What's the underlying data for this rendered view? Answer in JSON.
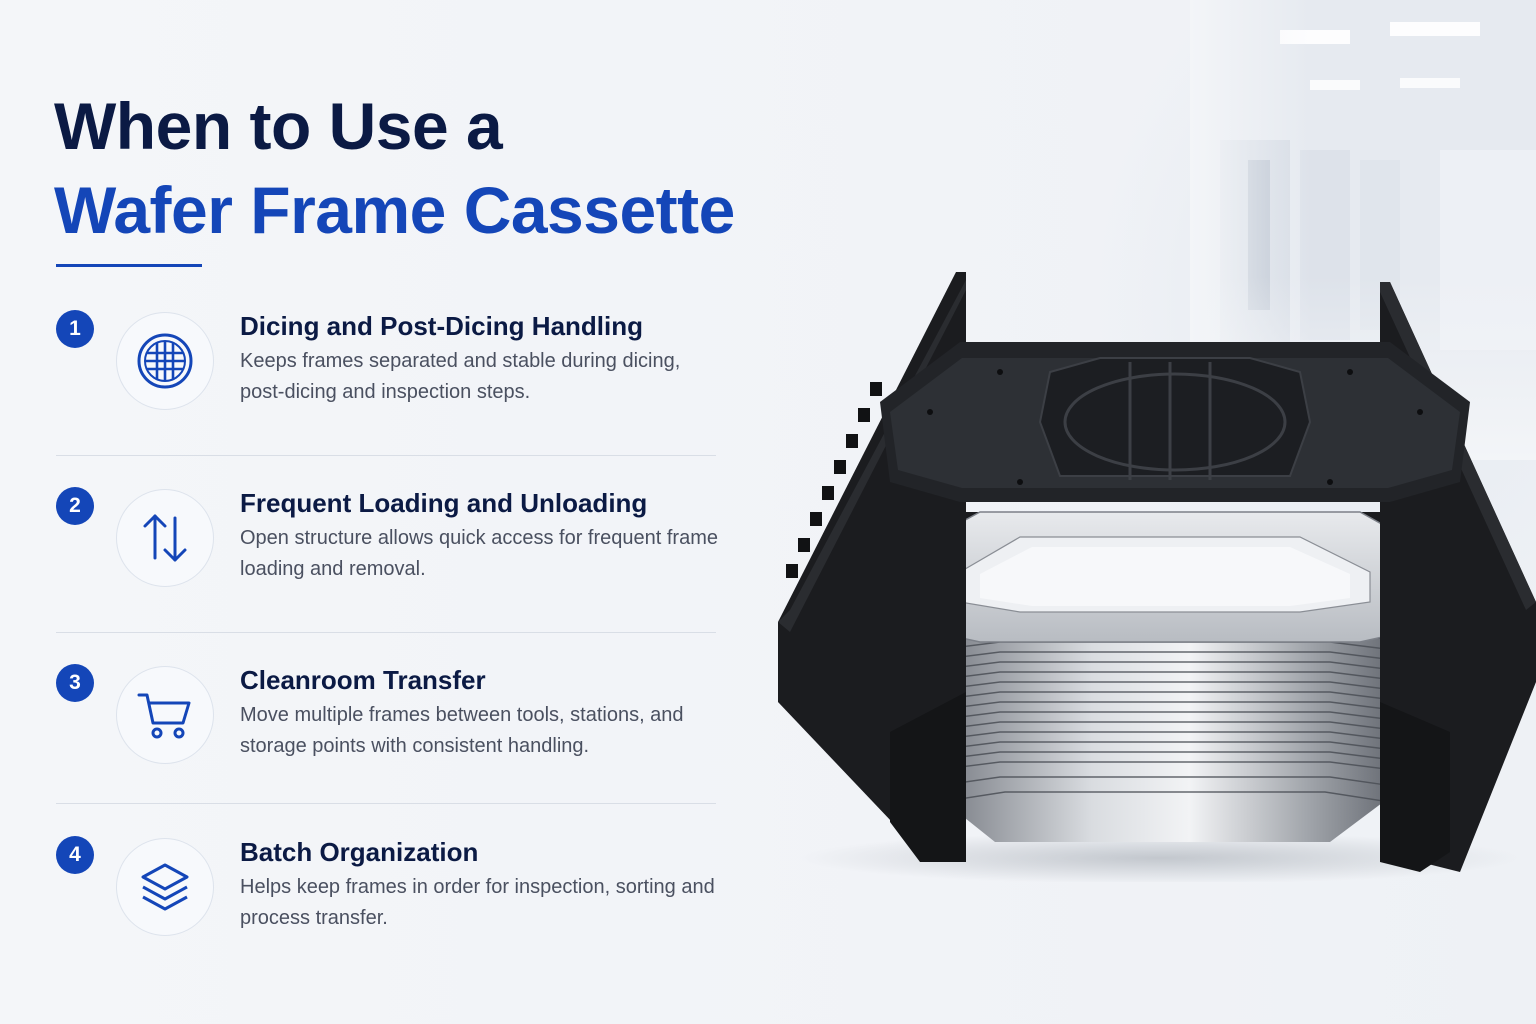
{
  "header": {
    "title_line1": "When to Use a",
    "title_line2": "Wafer Frame Cassette"
  },
  "items": [
    {
      "number": "1",
      "icon": "diced-wafer-grid-icon",
      "title": "Dicing and Post-Dicing Handling",
      "description": "Keeps frames separated and stable during dicing, post-dicing and inspection steps."
    },
    {
      "number": "2",
      "icon": "up-down-arrows-icon",
      "title": "Frequent Loading and Unloading",
      "description": "Open structure allows quick access for frequent frame loading and removal."
    },
    {
      "number": "3",
      "icon": "cart-icon",
      "title": "Cleanroom Transfer",
      "description": "Move multiple frames between tools, stations, and storage points with consistent handling."
    },
    {
      "number": "4",
      "icon": "stacked-layers-icon",
      "title": "Batch Organization",
      "description": "Helps keep frames in order for inspection, sorting and process transfer."
    }
  ],
  "colors": {
    "navy": "#0b1a44",
    "accent_blue": "#1446b8",
    "body_text": "#4a5060",
    "background": "#f3f5f8"
  },
  "image": {
    "subject": "black wafer frame cassette loaded with stacked metal frames",
    "background": "blurred cleanroom corridor"
  }
}
